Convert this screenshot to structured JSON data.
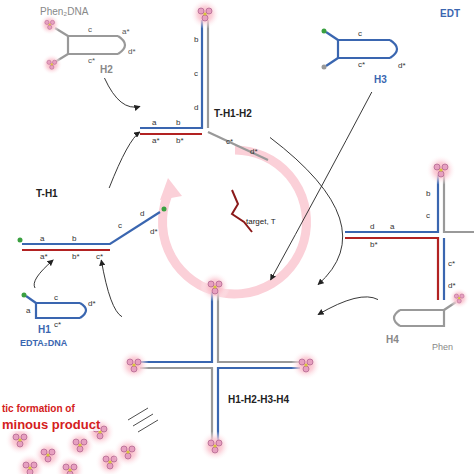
{
  "diagram": {
    "nodes": [
      {
        "text": [
          "Phen₂DNA",
          "H2"
        ]
      },
      {
        "text": [
          "T-H1-H2"
        ]
      },
      {
        "text": [
          "EDT",
          "H3"
        ]
      },
      {
        "text": [
          "target, T"
        ]
      },
      {
        "text": [
          "T-H1"
        ]
      },
      {
        "text": [
          "H1",
          "EDTA₂DNA"
        ]
      },
      {
        "text": [
          "H1-H2-H3-H4"
        ]
      },
      {
        "text": [
          "H4",
          "Phen"
        ]
      }
    ],
    "edges": [
      {
        "from": 0,
        "to": 1,
        "arrow": "to"
      },
      {
        "from": 4,
        "to": 1,
        "arrow": "to"
      },
      {
        "from": 1,
        "to": 6,
        "arrow": "to"
      },
      {
        "from": 2,
        "to": 6,
        "arrow": "to"
      },
      {
        "from": 7,
        "to": 6,
        "arrow": "to"
      },
      {
        "from": 6,
        "to": 4,
        "arrow": "to"
      },
      {
        "from": 5,
        "to": 4,
        "arrow": "to"
      }
    ],
    "labels": [
      "tic formation of",
      "minous product",
      "c",
      "c*",
      "a*",
      "d*",
      "b",
      "c",
      "d",
      "a",
      "b",
      "a*",
      "b*",
      "c*",
      "d*",
      "c",
      "c*",
      "d*",
      "a",
      "b",
      "c",
      "d",
      "a*",
      "b*",
      "c*",
      "d*",
      "a",
      "c",
      "c*",
      "d*",
      "b",
      "c",
      "d",
      "a",
      "b*",
      "c*",
      "d*"
    ]
  }
}
